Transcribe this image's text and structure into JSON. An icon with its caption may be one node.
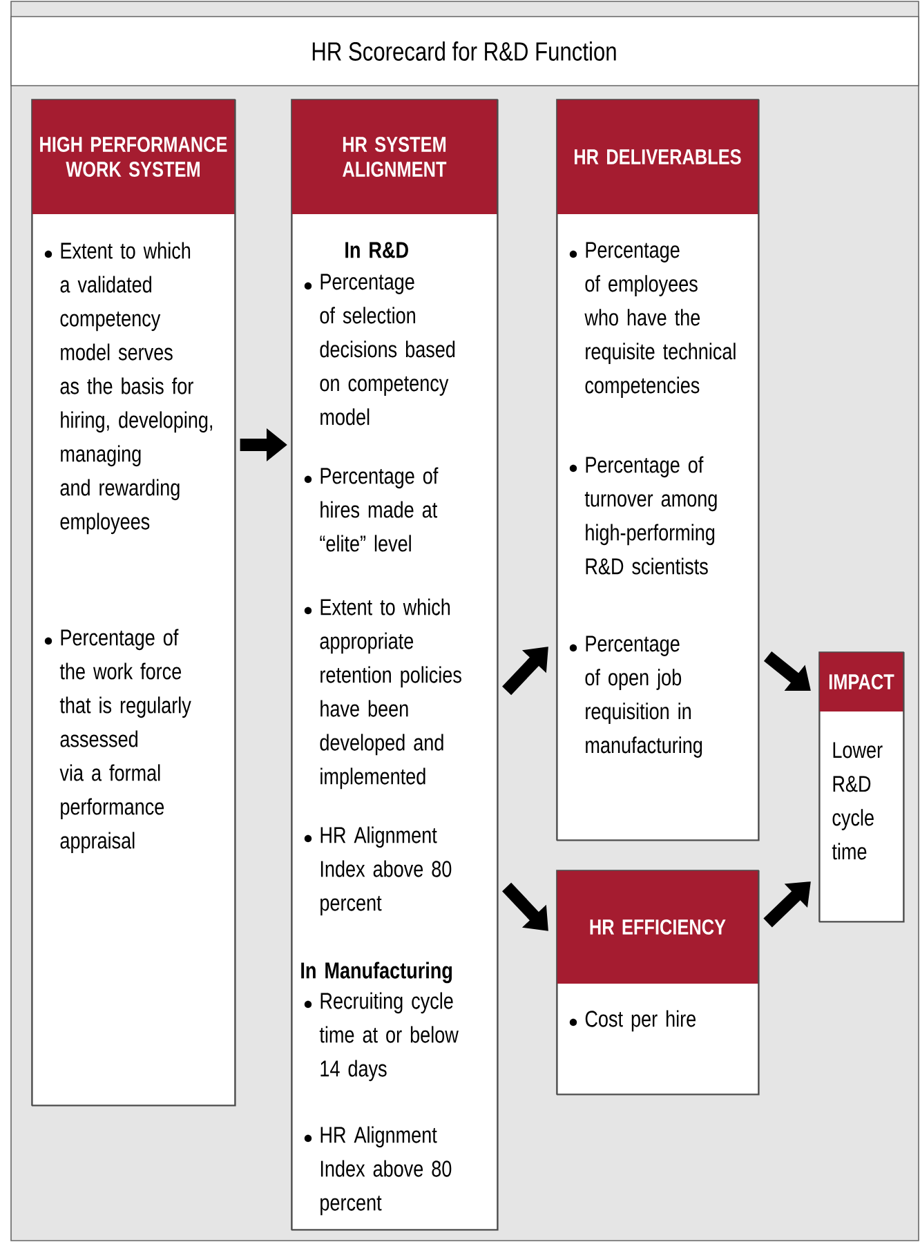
{
  "diagram": {
    "title": "HR Scorecard for R&D Function",
    "nodes": [
      {
        "text": [
          "HIGH PERFORMANCE WORK SYSTEM",
          "Extent to which a validated competency model serves as the basis for hiring, developing, managing and rewarding employees",
          "Percentage of the work force that is regularly assessed via a formal performance appraisal"
        ]
      },
      {
        "text": [
          "HR SYSTEM ALIGNMENT",
          "In R&D",
          "Percentage of selection decisions based on competency model",
          "Percentage of hires made at “elite” level",
          "Extent to which appropriate retention policies have been developed and implemented",
          "HR Alignment Index above 80 percent",
          "In Manufacturing",
          "Recruiting cycle time at or below 14 days",
          "HR Alignment Index above 80 percent"
        ]
      },
      {
        "text": [
          "HR DELIVERABLES",
          "Percentage of employees who have the requisite technical competencies",
          "Percentage of turnover among high-performing R&D scientists",
          "Percentage of open job requisition in manufacturing"
        ]
      },
      {
        "text": [
          "HR EFFICIENCY",
          "Cost per hire"
        ]
      },
      {
        "text": [
          "IMPACT",
          "Lower R&D cycle time"
        ]
      }
    ],
    "edges": [
      {
        "from": 0,
        "to": 1,
        "arrow": "to"
      },
      {
        "from": 1,
        "to": 2,
        "arrow": "to"
      },
      {
        "from": 1,
        "to": 3,
        "arrow": "to"
      },
      {
        "from": 2,
        "to": 4,
        "arrow": "to"
      },
      {
        "from": 3,
        "to": 4,
        "arrow": "to"
      }
    ]
  }
}
